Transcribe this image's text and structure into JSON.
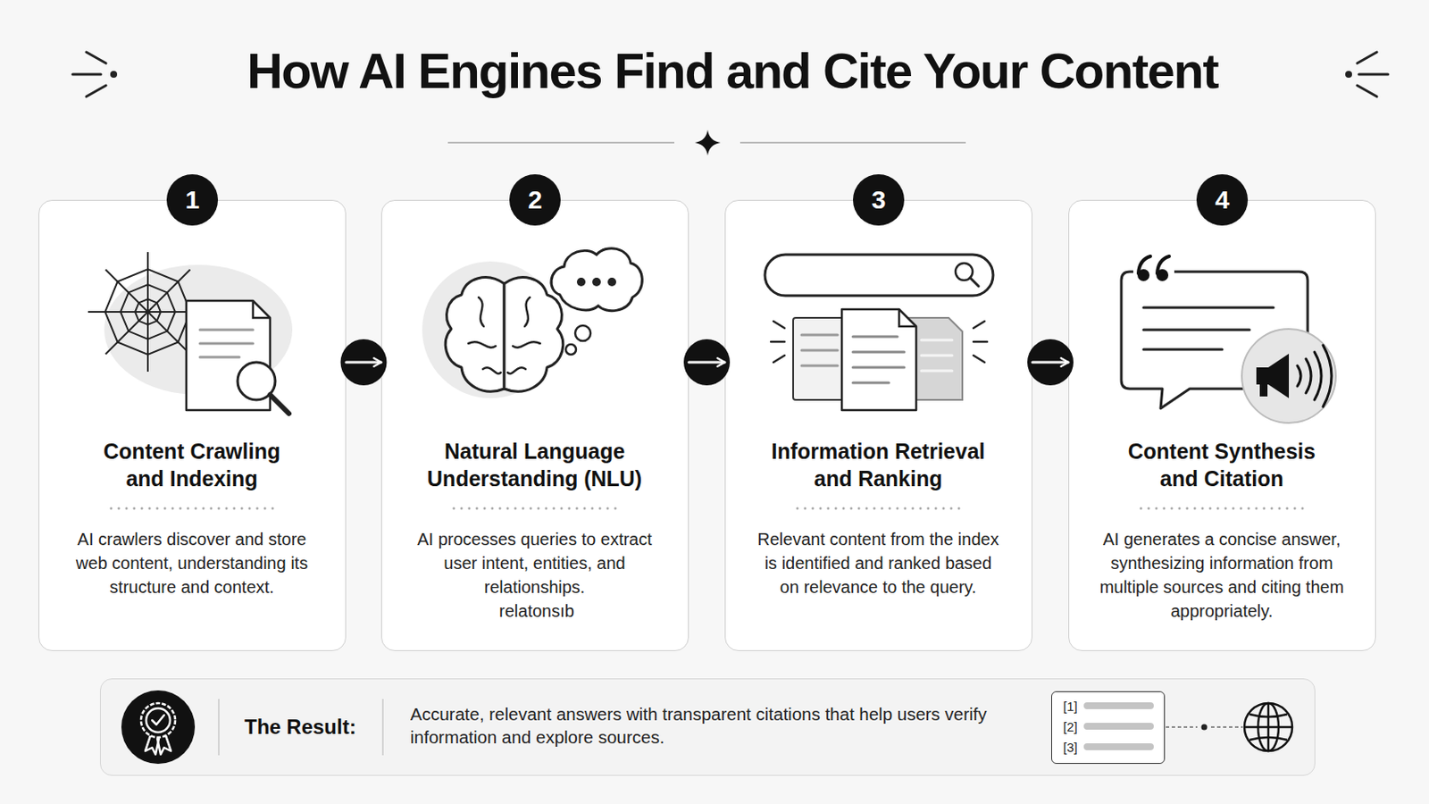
{
  "diagram": {
    "title": "How AI Engines Find and Cite Your Content",
    "nodes": [
      {
        "text": [
          "Content Crawling and Indexing",
          "AI crawlers discover and store web content, understanding its structure and context."
        ]
      },
      {
        "text": [
          "Natural Language Understanding (NLU)",
          "AI processes queries to extract user intent, entities, and relationships."
        ]
      },
      {
        "text": [
          "Information Retrieval and Ranking",
          "Relevant content from the index is identified and ranked based on relevance to the query."
        ]
      },
      {
        "text": [
          "Content Synthesis and Citation",
          "AI generates a concise answer, synthesizing information from multiple sources and citing them appropriately."
        ]
      },
      {
        "text": [
          "The Result:",
          "Accurate, relevant answers with transparent citations that help users verify information and explore sources."
        ]
      },
      {
        "text": [
          "[1]",
          "[2]",
          "[3]"
        ],
        "in": 4
      }
    ],
    "edges": [
      {
        "from": 0,
        "to": 1,
        "arrow": "to"
      },
      {
        "from": 1,
        "to": 2,
        "arrow": "to"
      },
      {
        "from": 2,
        "to": 3,
        "arrow": "to"
      }
    ],
    "labels": [
      "1",
      "2",
      "3",
      "4",
      "relatonsıb"
    ]
  }
}
